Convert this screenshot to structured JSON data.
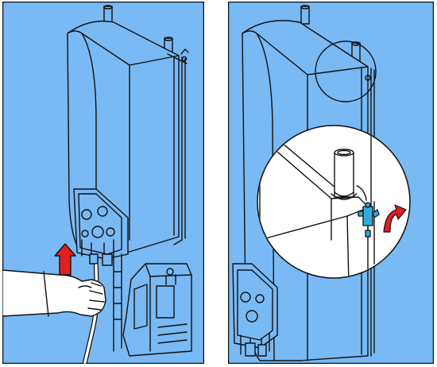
{
  "figure": {
    "panels": [
      {
        "id": "left",
        "depicts": [
          "wall-boiler",
          "connection-block",
          "hand",
          "flush-hose",
          "flush-pump-unit",
          "lift-arrow"
        ],
        "background": "#79b9f4",
        "arrow_color": "#e02020"
      },
      {
        "id": "right",
        "depicts": [
          "wall-boiler",
          "connection-block",
          "zoom-circle",
          "vent-pipe",
          "air-vent-valve",
          "rotate-arrow"
        ],
        "background": "#79b9f4",
        "arrow_color": "#e02020",
        "accent": "#33aadd"
      }
    ],
    "colors": {
      "panel_bg": "#79b9f4",
      "line": "#111111",
      "highlight": "#e02020",
      "valve": "#33aadd",
      "zoom_fill": "#ffffff"
    }
  }
}
